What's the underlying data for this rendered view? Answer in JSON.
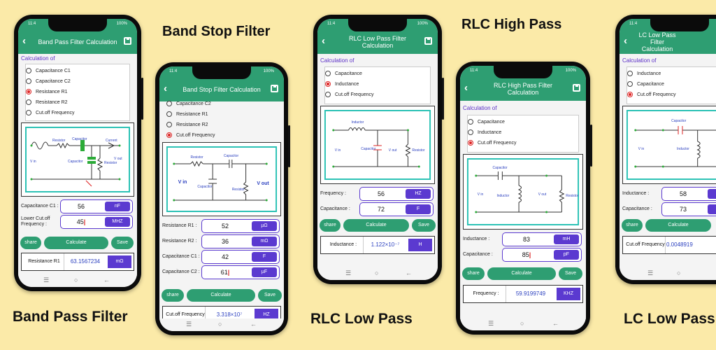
{
  "banners": {
    "band_pass": "Band Pass Filter",
    "band_stop": "Band Stop Filter",
    "rlc_low": "RLC Low Pass",
    "rlc_high": "RLC High Pass",
    "lc_low": "LC Low Pass"
  },
  "common": {
    "calc_of": "Calculation of",
    "share": "share",
    "calculate": "Calculate",
    "save": "Save",
    "status_time": "11:4",
    "status_battery": "100%"
  },
  "phone1": {
    "title": "Band Pass Filter Calculation",
    "options": [
      "Capacitance C1",
      "Capacitance C2",
      "Resistance R1",
      "Resistance R2",
      "Cut.off Frequency"
    ],
    "selected": 2,
    "diagram": {
      "resistor": "Resistor",
      "capacitor": "Capacitor",
      "current": "Current",
      "capacitor2": "Capacitor",
      "resistor2": "Resistor",
      "vin": "V in",
      "vout": "V out"
    },
    "fields": [
      {
        "label": "Capacitance C1 :",
        "value": "56",
        "unit": "nF"
      },
      {
        "label": "Lower Cut.off Frequency :",
        "value": "45",
        "unit": "MHZ"
      }
    ],
    "result": {
      "label": "Resistance R1",
      "value": "63.1567234",
      "unit": "mΩ"
    }
  },
  "phone2": {
    "title": "Band Stop Filter Calculation",
    "options": [
      "Capacitance C2",
      "Resistance R1",
      "Resistance R2",
      "Cut.off Frequency"
    ],
    "selected": 3,
    "diagram": {
      "resistor": "Resistor",
      "capacitor": "Capacitor",
      "capacitor2": "Capacitor",
      "resistor2": "Resistor",
      "vin": "V in",
      "vout": "V out"
    },
    "fields": [
      {
        "label": "Resistance R1 :",
        "value": "52",
        "unit": "µΩ"
      },
      {
        "label": "Resistance R2 :",
        "value": "36",
        "unit": "mΩ"
      },
      {
        "label": "Capacitance C1 :",
        "value": "42",
        "unit": "F"
      },
      {
        "label": "Capacitance C2 :",
        "value": "61",
        "unit": "µF"
      }
    ],
    "result": {
      "label": "Cut.off Frequency",
      "value": "3.318×10⁷",
      "unit": "HZ"
    }
  },
  "phone3": {
    "title": "RLC Low Pass Filter Calculation",
    "options": [
      "Capacitance",
      "Inductance",
      "Cut.off Frequency"
    ],
    "selected": 1,
    "diagram": {
      "inductor": "Inductor",
      "capacitor": "Capacitor",
      "resistor": "Resistor",
      "vin": "V in",
      "vout": "V out"
    },
    "fields": [
      {
        "label": "Frequency :",
        "value": "56",
        "unit": "HZ"
      },
      {
        "label": "Capacitance :",
        "value": "72",
        "unit": "F"
      }
    ],
    "result": {
      "label": "Inductance :",
      "value": "1.122×10⁻⁷",
      "unit": "H"
    }
  },
  "phone4": {
    "title": "RLC High Pass Filter Calculation",
    "options": [
      "Capacitance",
      "Inductance",
      "Cut.off Frequency"
    ],
    "selected": 2,
    "diagram": {
      "capacitor": "Capacitor",
      "inductor": "Inductor",
      "resistor": "Resistor",
      "vin": "V in",
      "vout": "V out"
    },
    "fields": [
      {
        "label": "Inductance :",
        "value": "83",
        "unit": "mH"
      },
      {
        "label": "Capacitance :",
        "value": "85",
        "unit": "pF"
      }
    ],
    "result": {
      "label": "Frequency :",
      "value": "59.9199749",
      "unit": "KHZ"
    }
  },
  "phone5": {
    "title": "LC Low Pass Filter Calculation",
    "options": [
      "Inductance",
      "Capacitance",
      "Cut.off Frequency"
    ],
    "selected": 2,
    "diagram": {
      "capacitor": "Capacitor",
      "inductor": "Inductor",
      "vin": "V in"
    },
    "fields": [
      {
        "label": "Inductance :",
        "value": "58",
        "unit": ""
      },
      {
        "label": "Capacitance :",
        "value": "73",
        "unit": ""
      }
    ],
    "result": {
      "label": "Cut.off Frequency",
      "value": "0.0048919",
      "unit": ""
    }
  }
}
